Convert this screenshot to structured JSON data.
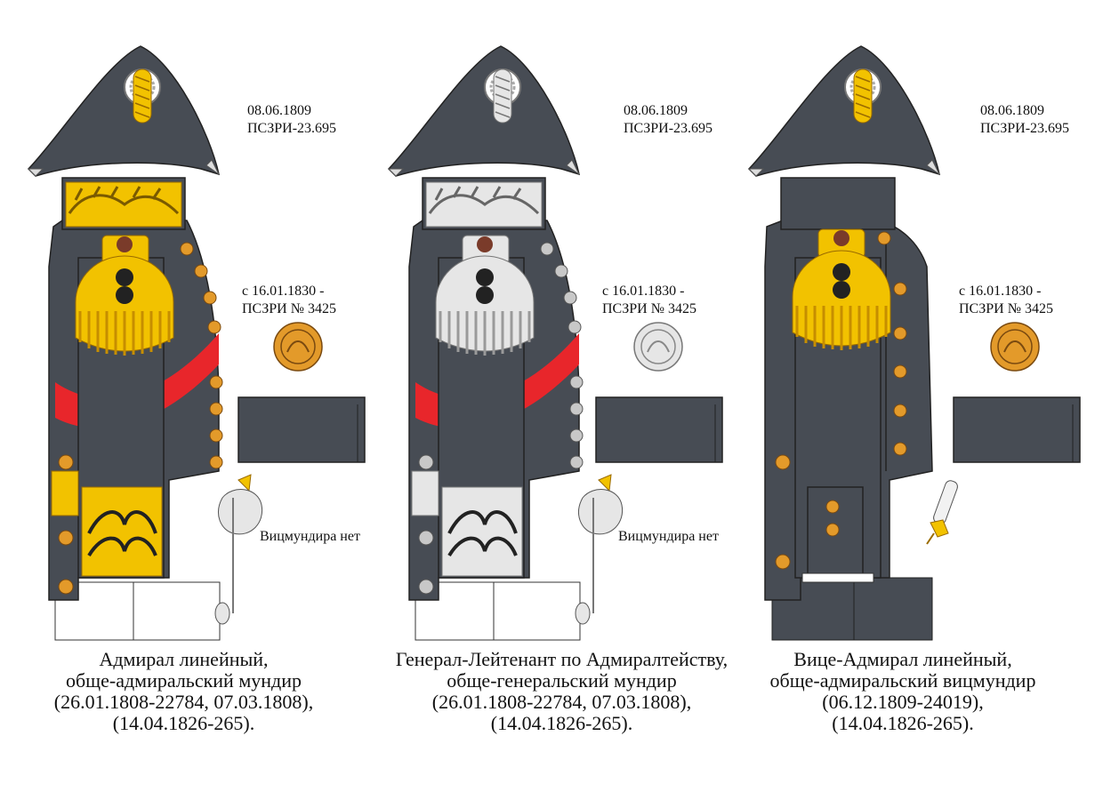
{
  "plates": [
    {
      "id": "admiral",
      "date_top": "08.06.1809",
      "ref_top": "ПСЗРИ-23.695",
      "date_button": "с  16.01.1830 -",
      "ref_button": "ПСЗРИ № 3425",
      "note_vic": "Вицмундира нет",
      "caption": [
        "Адмирал  линейный,",
        "обще-адмиральский мундир",
        "(26.01.1808-22784, 07.03.1808),",
        "(14.04.1826-265)."
      ],
      "embroidery": "gold",
      "button_color": "#e39a2a",
      "sash": true
    },
    {
      "id": "general-lieutenant",
      "date_top": "08.06.1809",
      "ref_top": "ПСЗРИ-23.695",
      "date_button": "с  16.01.1830 -",
      "ref_button": "ПСЗРИ № 3425",
      "note_vic": "Вицмундира нет",
      "caption": [
        "Генерал-Лейтенант по Адмиралтейству,",
        "обще-генеральский мундир",
        "(26.01.1808-22784, 07.03.1808),",
        "(14.04.1826-265)."
      ],
      "embroidery": "silver",
      "button_color": "#c8c8c8",
      "sash": true
    },
    {
      "id": "vice-admiral",
      "date_top": "08.06.1809",
      "ref_top": "ПСЗРИ-23.695",
      "date_button": "с  16.01.1830 -",
      "ref_button": "ПСЗРИ № 3425",
      "note_vic": "",
      "caption": [
        "Вице-Адмирал линейный,",
        "обще-адмиральский вицмундир",
        "(06.12.1809-24019),",
        "(14.04.1826-265)."
      ],
      "embroidery": "none",
      "button_color": "#e39a2a",
      "sash": false
    }
  ],
  "colors": {
    "cloth": "#474c54",
    "gold": "#f2c200",
    "gold_dark": "#c68e00",
    "silver": "#e6e6e6",
    "silver_dark": "#9a9a9a",
    "sash": "#e8262b",
    "white": "#ffffff"
  }
}
